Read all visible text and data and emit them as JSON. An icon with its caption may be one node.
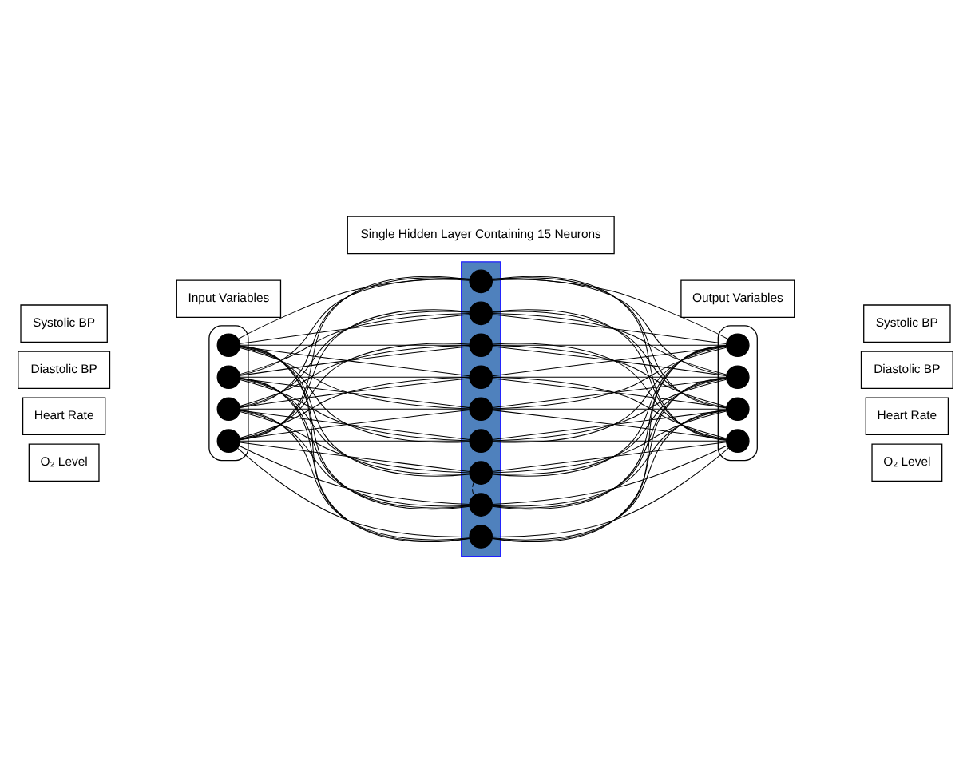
{
  "diagram": {
    "nodes": [
      {
        "text": [],
        "shape": "ellipse"
      },
      {
        "text": [],
        "shape": "circle",
        "in": 0
      },
      {
        "text": [],
        "shape": "circle",
        "in": 0
      },
      {
        "text": [],
        "shape": "circle",
        "in": 0
      },
      {
        "text": [],
        "shape": "circle",
        "in": 0
      },
      {
        "text": [],
        "shape": "bar"
      },
      {
        "text": [],
        "shape": "circle",
        "in": 5
      },
      {
        "text": [],
        "shape": "circle",
        "in": 5
      },
      {
        "text": [],
        "shape": "circle",
        "in": 5
      },
      {
        "text": [],
        "shape": "circle",
        "in": 5
      },
      {
        "text": [],
        "shape": "circle",
        "in": 5
      },
      {
        "text": [],
        "shape": "circle",
        "in": 5
      },
      {
        "text": [],
        "shape": "circle",
        "in": 5
      },
      {
        "text": [],
        "shape": "circle",
        "in": 5
      },
      {
        "text": [],
        "shape": "circle",
        "in": 5
      },
      {
        "text": [],
        "shape": "ellipse"
      },
      {
        "text": [],
        "shape": "circle",
        "in": 15
      },
      {
        "text": [],
        "shape": "circle",
        "in": 15
      },
      {
        "text": [],
        "shape": "circle",
        "in": 15
      },
      {
        "text": [],
        "shape": "circle",
        "in": 15
      },
      {
        "text": [
          "Systolic BP"
        ]
      },
      {
        "text": [
          "Diastolic BP"
        ]
      },
      {
        "text": [
          "Heart Rate"
        ]
      },
      {
        "text": [
          "O₂ Level"
        ]
      },
      {
        "text": [
          "Systolic BP"
        ]
      },
      {
        "text": [
          "Diastolic BP"
        ]
      },
      {
        "text": [
          "Heart Rate"
        ]
      },
      {
        "text": [
          "O₂ Level"
        ]
      },
      {
        "text": [
          "Input Variables"
        ]
      },
      {
        "text": [
          "Output Variables"
        ]
      },
      {
        "text": [
          "Single Hidden Layer Containing 15 Neurons"
        ]
      }
    ],
    "edges": [
      {
        "from": 1,
        "to": 6,
        "arrow": "none"
      },
      {
        "from": 1,
        "to": 7,
        "arrow": "none"
      },
      {
        "from": 1,
        "to": 8,
        "arrow": "none"
      },
      {
        "from": 1,
        "to": 9,
        "arrow": "none"
      },
      {
        "from": 1,
        "to": 10,
        "arrow": "none"
      },
      {
        "from": 1,
        "to": 11,
        "arrow": "none"
      },
      {
        "from": 1,
        "to": 12,
        "arrow": "none"
      },
      {
        "from": 1,
        "to": 13,
        "arrow": "none"
      },
      {
        "from": 1,
        "to": 14,
        "arrow": "none"
      },
      {
        "from": 2,
        "to": 6,
        "arrow": "none"
      },
      {
        "from": 2,
        "to": 7,
        "arrow": "none"
      },
      {
        "from": 2,
        "to": 8,
        "arrow": "none"
      },
      {
        "from": 2,
        "to": 9,
        "arrow": "none"
      },
      {
        "from": 2,
        "to": 10,
        "arrow": "none"
      },
      {
        "from": 2,
        "to": 11,
        "arrow": "none"
      },
      {
        "from": 2,
        "to": 12,
        "arrow": "none"
      },
      {
        "from": 2,
        "to": 13,
        "arrow": "none"
      },
      {
        "from": 2,
        "to": 14,
        "arrow": "none"
      },
      {
        "from": 3,
        "to": 6,
        "arrow": "none"
      },
      {
        "from": 3,
        "to": 7,
        "arrow": "none"
      },
      {
        "from": 3,
        "to": 8,
        "arrow": "none"
      },
      {
        "from": 3,
        "to": 9,
        "arrow": "none"
      },
      {
        "from": 3,
        "to": 10,
        "arrow": "none"
      },
      {
        "from": 3,
        "to": 11,
        "arrow": "none"
      },
      {
        "from": 3,
        "to": 12,
        "arrow": "none"
      },
      {
        "from": 3,
        "to": 13,
        "arrow": "none"
      },
      {
        "from": 3,
        "to": 14,
        "arrow": "none"
      },
      {
        "from": 4,
        "to": 6,
        "arrow": "none"
      },
      {
        "from": 4,
        "to": 7,
        "arrow": "none"
      },
      {
        "from": 4,
        "to": 8,
        "arrow": "none"
      },
      {
        "from": 4,
        "to": 9,
        "arrow": "none"
      },
      {
        "from": 4,
        "to": 10,
        "arrow": "none"
      },
      {
        "from": 4,
        "to": 11,
        "arrow": "none"
      },
      {
        "from": 4,
        "to": 12,
        "arrow": "none"
      },
      {
        "from": 4,
        "to": 13,
        "arrow": "none"
      },
      {
        "from": 4,
        "to": 14,
        "arrow": "none"
      },
      {
        "from": 12,
        "to": 13,
        "arrow": "none",
        "style": "dashed"
      },
      {
        "from": 6,
        "to": 16,
        "arrow": "none"
      },
      {
        "from": 6,
        "to": 17,
        "arrow": "none"
      },
      {
        "from": 6,
        "to": 18,
        "arrow": "none"
      },
      {
        "from": 6,
        "to": 19,
        "arrow": "none"
      },
      {
        "from": 7,
        "to": 16,
        "arrow": "none"
      },
      {
        "from": 7,
        "to": 17,
        "arrow": "none"
      },
      {
        "from": 7,
        "to": 18,
        "arrow": "none"
      },
      {
        "from": 7,
        "to": 19,
        "arrow": "none"
      },
      {
        "from": 8,
        "to": 16,
        "arrow": "none"
      },
      {
        "from": 8,
        "to": 17,
        "arrow": "none"
      },
      {
        "from": 8,
        "to": 18,
        "arrow": "none"
      },
      {
        "from": 8,
        "to": 19,
        "arrow": "none"
      },
      {
        "from": 9,
        "to": 16,
        "arrow": "none"
      },
      {
        "from": 9,
        "to": 17,
        "arrow": "none"
      },
      {
        "from": 9,
        "to": 18,
        "arrow": "none"
      },
      {
        "from": 9,
        "to": 19,
        "arrow": "none"
      },
      {
        "from": 10,
        "to": 16,
        "arrow": "none"
      },
      {
        "from": 10,
        "to": 17,
        "arrow": "none"
      },
      {
        "from": 10,
        "to": 18,
        "arrow": "none"
      },
      {
        "from": 10,
        "to": 19,
        "arrow": "none"
      },
      {
        "from": 11,
        "to": 16,
        "arrow": "none"
      },
      {
        "from": 11,
        "to": 17,
        "arrow": "none"
      },
      {
        "from": 11,
        "to": 18,
        "arrow": "none"
      },
      {
        "from": 11,
        "to": 19,
        "arrow": "none"
      },
      {
        "from": 12,
        "to": 16,
        "arrow": "none"
      },
      {
        "from": 12,
        "to": 17,
        "arrow": "none"
      },
      {
        "from": 12,
        "to": 18,
        "arrow": "none"
      },
      {
        "from": 12,
        "to": 19,
        "arrow": "none"
      },
      {
        "from": 13,
        "to": 16,
        "arrow": "none"
      },
      {
        "from": 13,
        "to": 17,
        "arrow": "none"
      },
      {
        "from": 13,
        "to": 18,
        "arrow": "none"
      },
      {
        "from": 13,
        "to": 19,
        "arrow": "none"
      },
      {
        "from": 14,
        "to": 16,
        "arrow": "none"
      },
      {
        "from": 14,
        "to": 17,
        "arrow": "none"
      },
      {
        "from": 14,
        "to": 18,
        "arrow": "none"
      },
      {
        "from": 14,
        "to": 19,
        "arrow": "none"
      }
    ]
  }
}
